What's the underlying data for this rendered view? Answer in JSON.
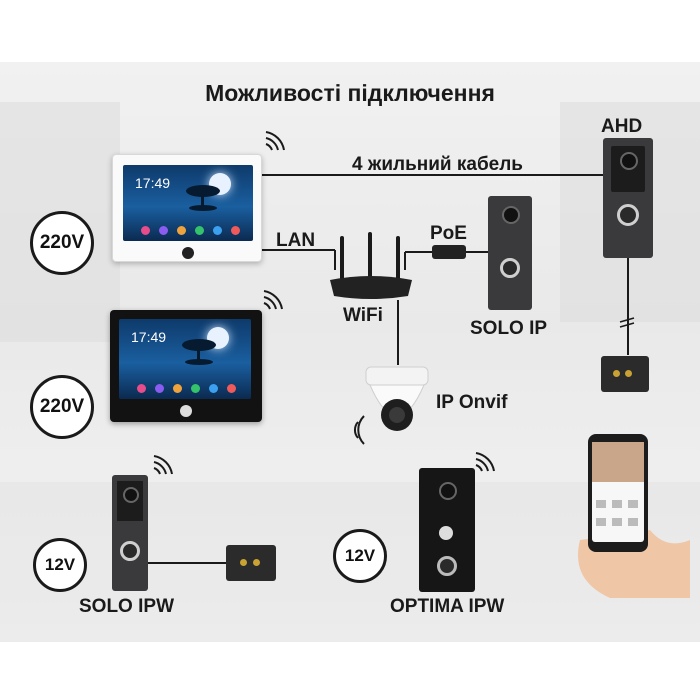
{
  "title": "Можливості підключення",
  "labels": {
    "cable": "4 жильний кабель",
    "ahd": "AHD",
    "lan": "LAN",
    "poe": "PoE",
    "wifi": "WiFi",
    "solo_ip": "SOLO IP",
    "ip_onvif": "IP Onvif",
    "solo_ipw": "SOLO IPW",
    "optima_ipw": "OPTIMA IPW"
  },
  "power": {
    "monitor_top": "220V",
    "monitor_bottom": "220V",
    "solo_ipw": "12V",
    "optima_ipw": "12V"
  },
  "screen": {
    "time": "17:49"
  },
  "colors": {
    "text": "#1a1a1a",
    "panel": "#3a3a3c",
    "screen_blue": "#1a5fa0",
    "lock_pin": "#c9a233"
  }
}
